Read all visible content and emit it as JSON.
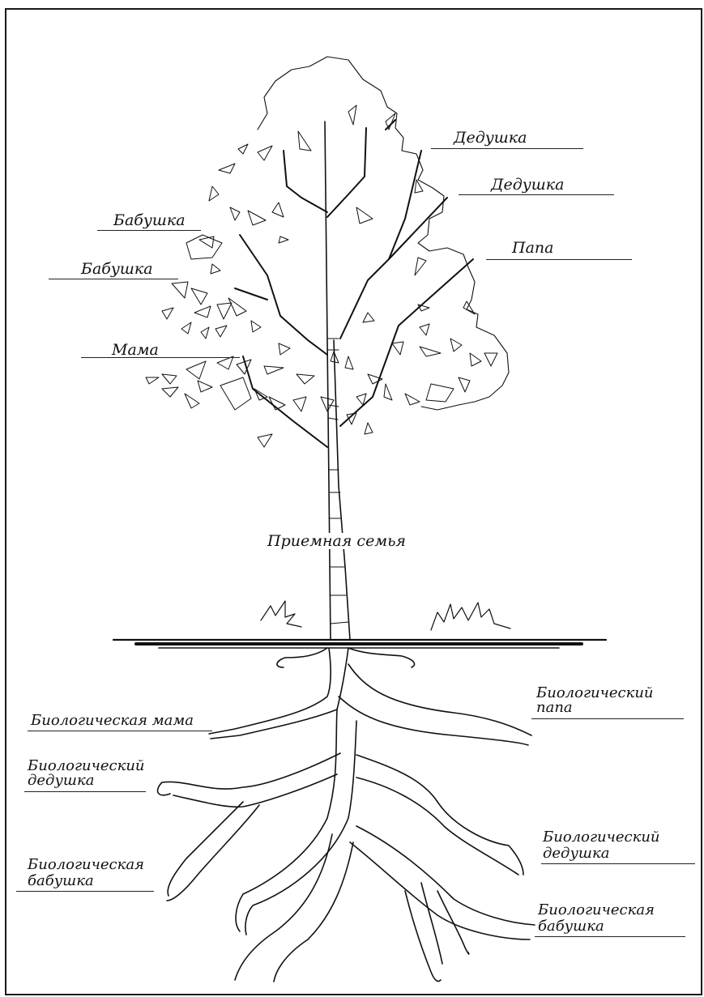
{
  "diagram": {
    "branch_labels": {
      "grandpa_1": "Дедушка",
      "grandpa_2": "Дедушка",
      "dad": "Папа",
      "grandma_1": "Бабушка",
      "grandma_2": "Бабушка",
      "mom": "Мама"
    },
    "trunk_label": "Приемная семья",
    "root_labels": {
      "bio_mom": "Биологическая мама",
      "bio_dad_line1": "Биологический",
      "bio_dad_line2": "папа",
      "bio_grandpa_left_line1": "Биологический",
      "bio_grandpa_left_line2": "дедушка",
      "bio_grandma_left_line1": "Биологическая",
      "bio_grandma_left_line2": "бабушка",
      "bio_grandpa_right_line1": "Биологический",
      "bio_grandpa_right_line2": "дедушка",
      "bio_grandma_right_line1": "Биологическая",
      "bio_grandma_right_line2": "бабушка"
    }
  }
}
